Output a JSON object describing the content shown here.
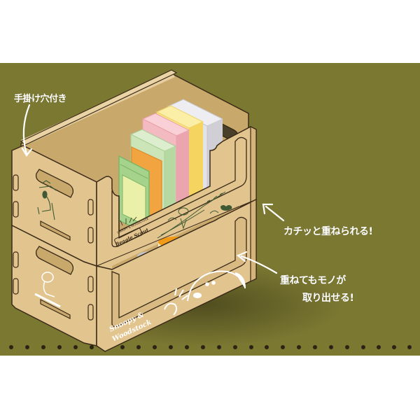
{
  "panel": {
    "background_color": "#7b7832",
    "callouts": {
      "handle_holes": "手掛け穴付き",
      "click_stack": "カチッと重ねられる!",
      "access_line1": "重ねてもモノが",
      "access_line2": "取り出せる!"
    }
  },
  "product": {
    "name": "stacking wooden storage box",
    "prints": {
      "badge_top": "SNOOPY & WOODSTOCK",
      "badge_title": "Beagle Scout",
      "script_line1": "Snoopy &",
      "script_line2": "Woodstock"
    },
    "wood_color": "#e2c48e",
    "wood_shadow_color": "#c9a86c",
    "outline_color": "#3a2a18"
  },
  "contents": {
    "books": [
      {
        "color": "#9ccc86"
      },
      {
        "color": "#f2a441"
      },
      {
        "color": "#c8e3b4"
      },
      {
        "color": "#f3b9c0"
      },
      {
        "color": "#f9e07a"
      },
      {
        "color": "#d9d9dd"
      }
    ],
    "jars": [
      {
        "lid": "#f09a18",
        "body": "#fbf0c5"
      },
      {
        "lid": "#a8a8a8",
        "body": "#ffffff"
      },
      {
        "lid": "#f4a830",
        "body": "#fbf0c5"
      }
    ]
  },
  "decoration": {
    "dot_color": "#2a2414",
    "dot_count": 26
  }
}
